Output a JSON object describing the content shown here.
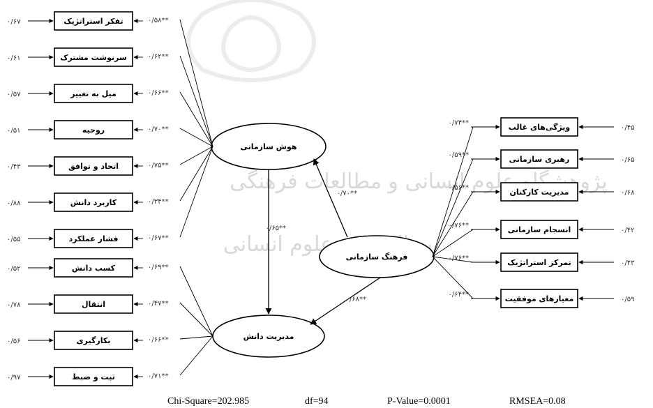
{
  "latents": {
    "intelligence": "هوش سازمانی",
    "culture": "فرهنگ سازمانی",
    "knowledge": "مدیریت دانش"
  },
  "intelligence_indicators": [
    {
      "label": "تفکر استراتژیک",
      "loading": "۰/۵۸**",
      "error": "۰/۶۷"
    },
    {
      "label": "سرنوشت مشترک",
      "loading": "۰/۶۲**",
      "error": "۰/۶۱"
    },
    {
      "label": "میل به تغییر",
      "loading": "۰/۶۶**",
      "error": "۰/۵۷"
    },
    {
      "label": "روحیه",
      "loading": "۰/۷۰**",
      "error": "۰/۵۱"
    },
    {
      "label": "اتحاد و توافق",
      "loading": "۰/۷۵**",
      "error": "۰/۴۳"
    },
    {
      "label": "کاربرد دانش",
      "loading": "۰/۳۴**",
      "error": "۰/۸۸"
    },
    {
      "label": "فشار عملکرد",
      "loading": "۰/۶۷**",
      "error": "۰/۵۵"
    }
  ],
  "knowledge_indicators": [
    {
      "label": "کسب دانش",
      "loading": "۰/۶۹**",
      "error": "۰/۵۲"
    },
    {
      "label": "انتقال",
      "loading": "۰/۴۷**",
      "error": "۰/۷۸"
    },
    {
      "label": "بکارگیری",
      "loading": "۰/۶۶**",
      "error": "۰/۵۶"
    },
    {
      "label": "ثبت و ضبط",
      "loading": "۰/۷۱**",
      "error": "۰/۹۷"
    }
  ],
  "culture_indicators": [
    {
      "label": "ویژگی‌های غالب",
      "loading": "۰/۷۴**",
      "error": "۰/۴۵"
    },
    {
      "label": "رهبری سازمانی",
      "loading": "۰/۵۹**",
      "error": "۰/۶۵"
    },
    {
      "label": "مدیریت کارکنان",
      "loading": "۰/۵۶**",
      "error": "۰/۶۸"
    },
    {
      "label": "انسجام سازمانی",
      "loading": "۰/۷۶**",
      "error": "۰/۴۲"
    },
    {
      "label": "تمرکز استراتژیک",
      "loading": "۰/۷۶**",
      "error": "۰/۴۳"
    },
    {
      "label": "معیارهای موفقیت",
      "loading": "۰/۶۴**",
      "error": "۰/۵۹"
    }
  ],
  "paths": {
    "culture_to_intelligence": "۰/۷۰**",
    "intelligence_to_knowledge": "۰/۶۵**",
    "culture_to_knowledge": "۰/۶۸**"
  },
  "fit": {
    "chi_square": "Chi-Square=202.985",
    "df": "df=94",
    "p_value": "P-Value=0.0001",
    "rmsea": "RMSEA=0.08"
  },
  "watermark": [
    "پژوهشگاه علوم انسانی و مطالعات فرهنگی",
    "پرتال جامع علوم انسانی"
  ],
  "colors": {
    "line": "#000000",
    "watermark": "#d8d8d8"
  }
}
